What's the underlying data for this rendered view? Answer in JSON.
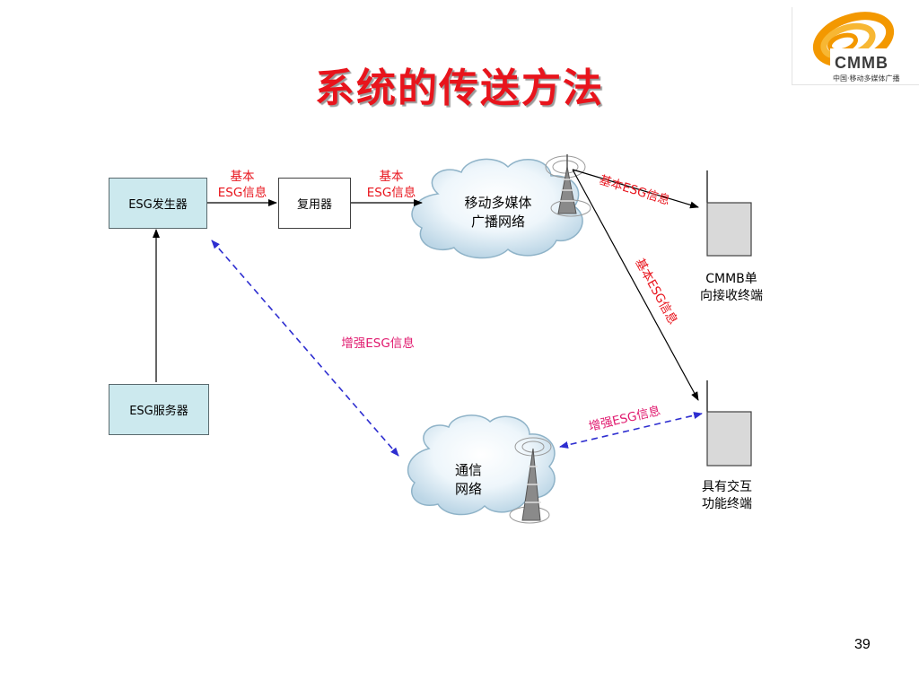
{
  "slide": {
    "title": "系统的传送方法",
    "page_number": "39"
  },
  "logo": {
    "wordmark": "CMMB",
    "tagline": "中国·移动多媒体广播"
  },
  "nodes": {
    "esg_generator": "ESG发生器",
    "multiplexer": "复用器",
    "esg_server": "ESG服务器",
    "broadcast_cloud": [
      "移动多媒体",
      "广播网络"
    ],
    "comm_cloud": [
      "通信",
      "网络"
    ],
    "cmmb_terminal": [
      "CMMB单",
      "向接收终端"
    ],
    "interactive_terminal": [
      "具有交互",
      "功能终端"
    ]
  },
  "edge_labels": {
    "gen_to_mux": [
      "基本",
      "ESG信息"
    ],
    "mux_to_cloud": [
      "基本",
      "ESG信息"
    ],
    "tower_to_cmmb": "基本ESG信息",
    "tower_to_interactive": "基本ESG信息",
    "enhanced_left": "增强ESG信息",
    "enhanced_right": "增强ESG信息"
  },
  "colors": {
    "title": "#e8141c",
    "label_red": "#e8141c",
    "label_magenta": "#e0196e",
    "esg_box_fill": "#cce9ee",
    "terminal_fill": "#d9d9d9",
    "dashed_arrow": "#2e2ed0",
    "logo_orange": "#f39800"
  }
}
